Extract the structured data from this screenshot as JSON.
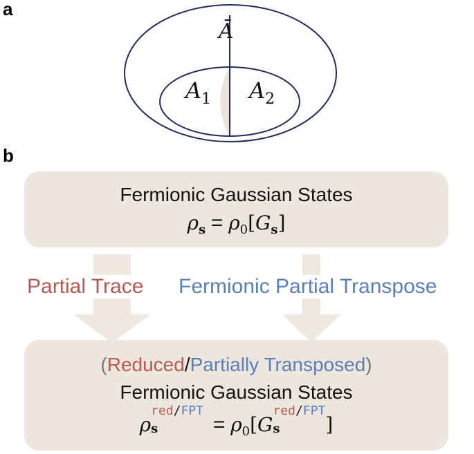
{
  "panel_a": {
    "label": "a",
    "outer_region": "Ā",
    "left_region": "A",
    "left_subscript": "1",
    "right_region": "A",
    "right_subscript": "2"
  },
  "panel_b": {
    "label": "b",
    "top_box": {
      "title": "Fermionic Gaussian States",
      "rho": "ρ",
      "sub_s": "s",
      "eq": "=",
      "rho0": "ρ",
      "sub0": "0",
      "lbrack": "[",
      "G": "G",
      "rbrack": "]"
    },
    "left_arrow_label": "Partial Trace",
    "right_arrow_label": "Fermionic Partial Transpose",
    "bottom_box": {
      "open_paren": "(",
      "reduced": "Reduced",
      "slash": "/",
      "partially_transposed": "Partially Transposed",
      "close_paren": ")",
      "title": "Fermionic Gaussian States",
      "sup_red": "red",
      "sup_slash": "/",
      "sup_fpt": "FPT"
    }
  },
  "colors": {
    "ellipse_stroke": "#1f2d5c",
    "shaded_fill": "#ebe3da",
    "box_fill": "#ede6dd",
    "arrow_fill": "#efe8df",
    "red": "#b55a54",
    "blue": "#5b7fb8"
  }
}
